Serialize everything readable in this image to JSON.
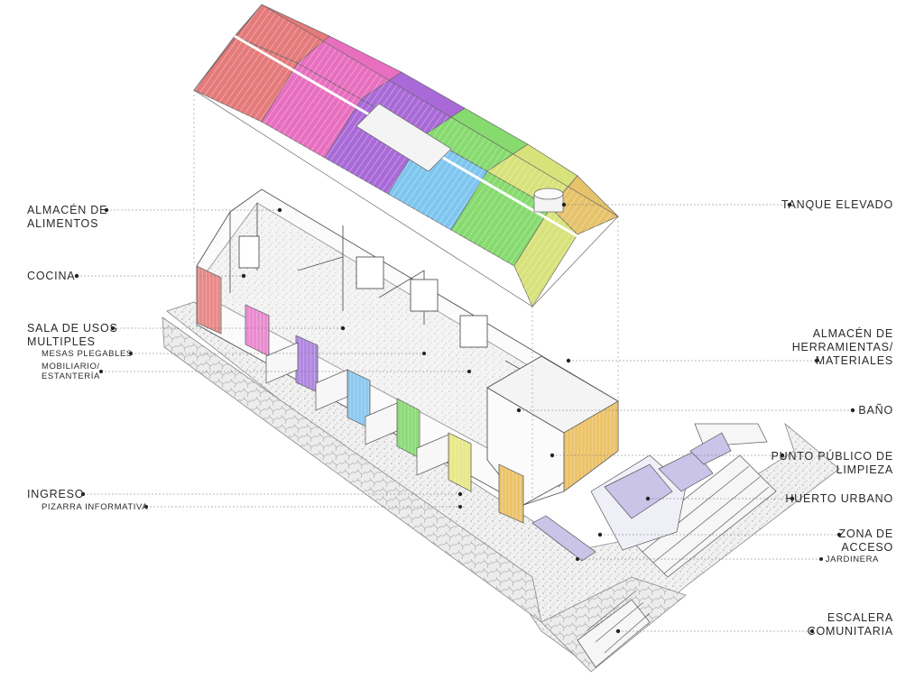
{
  "colors": {
    "line": "#555555",
    "roof_panels": [
      "#e57a7a",
      "#e86fc0",
      "#a96ad8",
      "#7fc6ef",
      "#86da6e",
      "#d8e27a",
      "#e6c26a"
    ],
    "wall_slats": [
      "#e88a8a",
      "#e98cd0",
      "#b088e0",
      "#8ec8ef",
      "#8edb7a",
      "#e7e88a",
      "#ecc36a"
    ],
    "ground": "#e9e9e9",
    "leader": "#777777"
  },
  "labels_left": {
    "almacen_alimentos": "ALMACÉN DE\nALIMENTOS",
    "cocina": "COCINA",
    "sala_usos": "SALA DE USOS\nMULTIPLES",
    "mesas": "MESAS PLEGABLES",
    "mobiliario": "MOBILIARIO/\nESTANTERÍA",
    "ingreso": "INGRESO",
    "pizarra": "PIZARRA INFORMATIVA"
  },
  "labels_right": {
    "tanque": "TANQUE ELEVADO",
    "almacen_herr": "ALMACÉN DE\nHERRAMIENTAS/\nMATERIALES",
    "bano": "BAÑO",
    "punto": "PUNTO PÚBLICO DE\nLIMPIEZA",
    "huerto": "HUERTO URBANO",
    "zona": "ZONA DE\nACCESO",
    "jardinera": "JARDINERA",
    "escalera": "ESCALERA\nCOMUNITARIA"
  }
}
